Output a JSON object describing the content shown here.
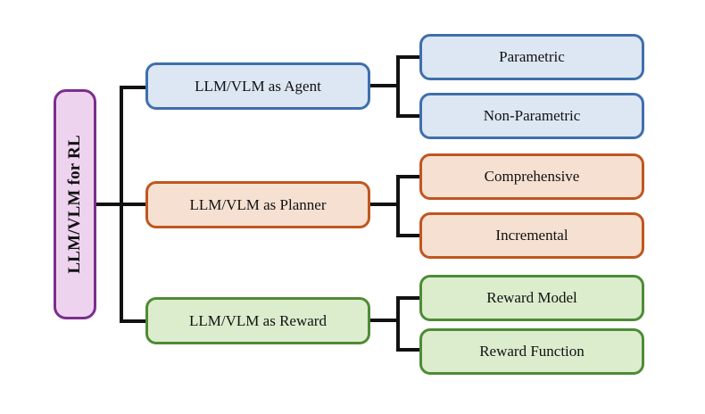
{
  "diagram": {
    "title": "LLM/VLM for RL taxonomy",
    "background": "#ffffff",
    "root": {
      "label": "LLM/VLM for RL",
      "border_color": "#7b2e8e",
      "fill_color": "#eed3ef",
      "orientation": "vertical"
    },
    "branches": [
      {
        "label": "LLM/VLM as Agent",
        "border_color": "#3f6fad",
        "fill_color": "#dde6f3",
        "children": [
          {
            "label": "Parametric"
          },
          {
            "label": "Non-Parametric"
          }
        ]
      },
      {
        "label": "LLM/VLM as Planner",
        "border_color": "#c0561f",
        "fill_color": "#f6e0d1",
        "children": [
          {
            "label": "Comprehensive"
          },
          {
            "label": "Incremental"
          }
        ]
      },
      {
        "label": "LLM/VLM as Reward",
        "border_color": "#4e8b36",
        "fill_color": "#dcedcd",
        "children": [
          {
            "label": "Reward Model"
          },
          {
            "label": "Reward Function"
          }
        ]
      }
    ],
    "connector_color": "#111111"
  }
}
